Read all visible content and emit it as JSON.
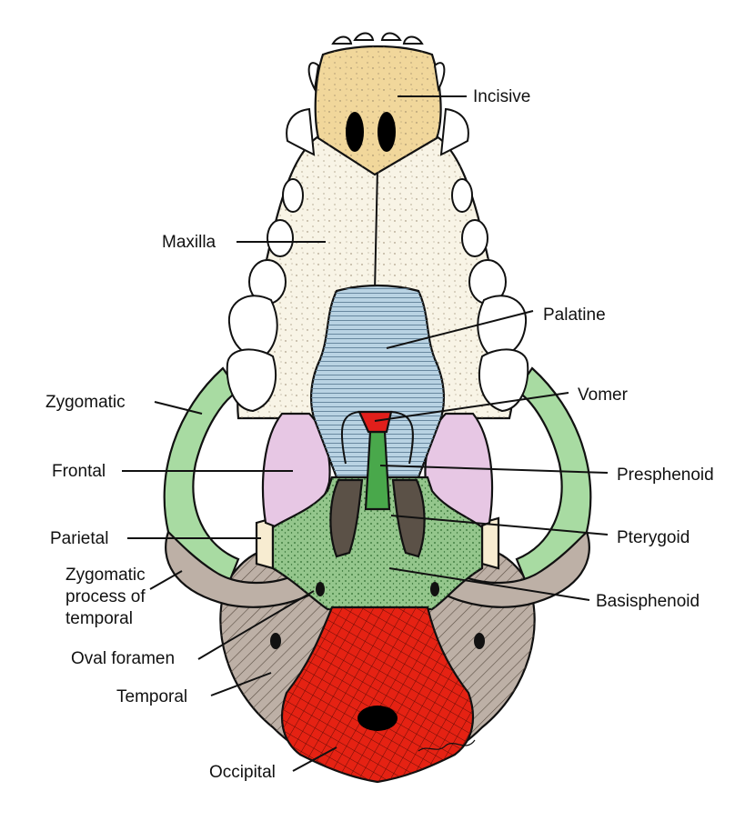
{
  "labels": {
    "incisive": "Incisive",
    "maxilla": "Maxilla",
    "palatine": "Palatine",
    "zygomatic": "Zygomatic",
    "vomer": "Vomer",
    "frontal": "Frontal",
    "presphenoid": "Presphenoid",
    "parietal": "Parietal",
    "pterygoid": "Pterygoid",
    "zygomatic_process_line1": "Zygomatic",
    "zygomatic_process_line2": "process of",
    "zygomatic_process_line3": "temporal",
    "basisphenoid": "Basisphenoid",
    "oval_foramen": "Oval foramen",
    "temporal": "Temporal",
    "occipital": "Occipital"
  },
  "colors": {
    "incisive": "#f1d79b",
    "maxilla": "#f8f4e6",
    "palatine": "#b9d3e3",
    "zygomatic": "#a8dba2",
    "vomer": "#e11f1b",
    "frontal": "#e7c7e4",
    "presphenoid": "#49a84b",
    "parietal": "#f7ecd1",
    "pterygoid": "#5b5147",
    "basisphenoid": "#94c68c",
    "temporal": "#bdb0a6",
    "occipital": "#e52213"
  }
}
